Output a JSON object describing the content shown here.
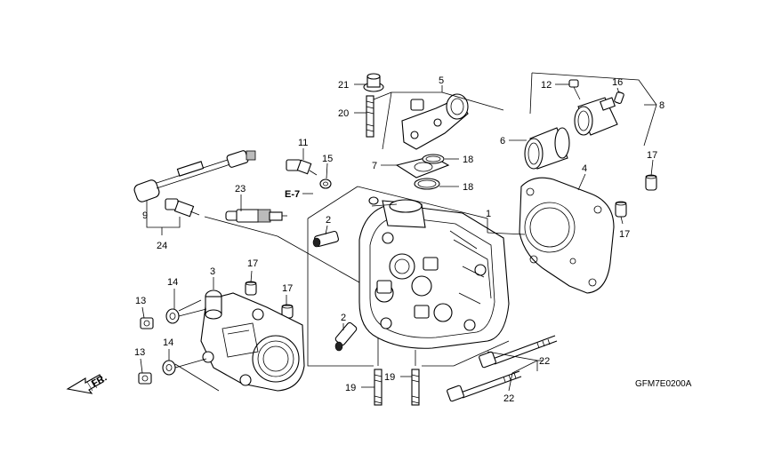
{
  "diagram_code": "GFM7E0200A",
  "direction_label": "FR.",
  "ref_label": "E-7",
  "callouts": {
    "c1": "1",
    "c2a": "2",
    "c2b": "2",
    "c3": "3",
    "c4": "4",
    "c5": "5",
    "c6": "6",
    "c7": "7",
    "c8": "8",
    "c9": "9",
    "c11": "11",
    "c12": "12",
    "c13a": "13",
    "c13b": "13",
    "c14a": "14",
    "c14b": "14",
    "c15": "15",
    "c16": "16",
    "c17a": "17",
    "c17b": "17",
    "c17c": "17",
    "c17d": "17",
    "c18a": "18",
    "c18b": "18",
    "c19a": "19",
    "c19b": "19",
    "c20": "20",
    "c21": "21",
    "c22a": "22",
    "c22b": "22",
    "c23": "23",
    "c24": "24"
  }
}
